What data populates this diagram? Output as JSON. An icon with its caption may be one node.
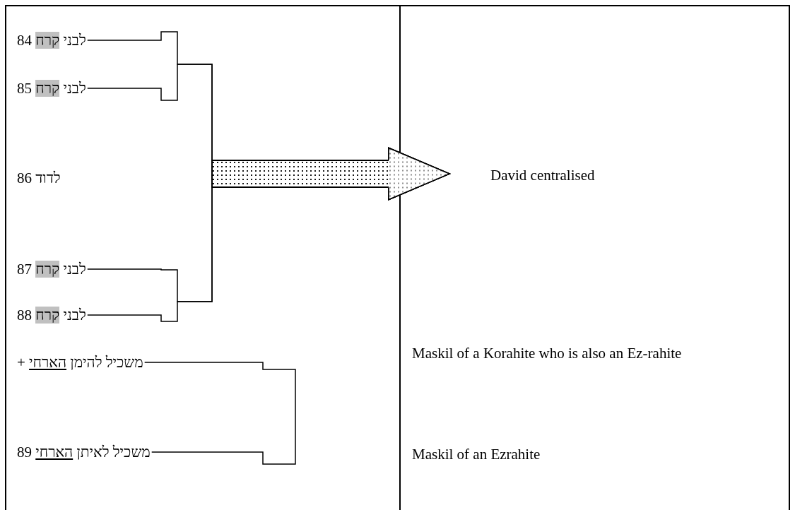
{
  "diagram": {
    "nodes": [
      {
        "text": [
          "לבני קרח 84"
        ]
      },
      {
        "text": [
          "לבני קרח 85"
        ]
      },
      {
        "text": [
          "לדוד 86"
        ]
      },
      {
        "text": [
          "לבני קרח 87"
        ]
      },
      {
        "text": [
          "לבני קרח 88"
        ]
      },
      {
        "text": [
          "David centralised"
        ]
      },
      {
        "text": [
          "משכיל להימן הארחי +"
        ]
      },
      {
        "text": [
          "משכיל לאיתן הארחי 89"
        ]
      }
    ],
    "edges": [
      {
        "from": 0,
        "to": 5,
        "arrow": "to"
      },
      {
        "from": 1,
        "to": 5,
        "arrow": "to"
      },
      {
        "from": 3,
        "to": 5,
        "arrow": "to"
      },
      {
        "from": 4,
        "to": 5,
        "arrow": "to"
      },
      {
        "from": 6,
        "to": 7,
        "arrow": "none"
      }
    ],
    "labels": [
      "Maskil of a Korahite who is also an Ez-rahite",
      "Maskil of an Ezrahite"
    ]
  }
}
